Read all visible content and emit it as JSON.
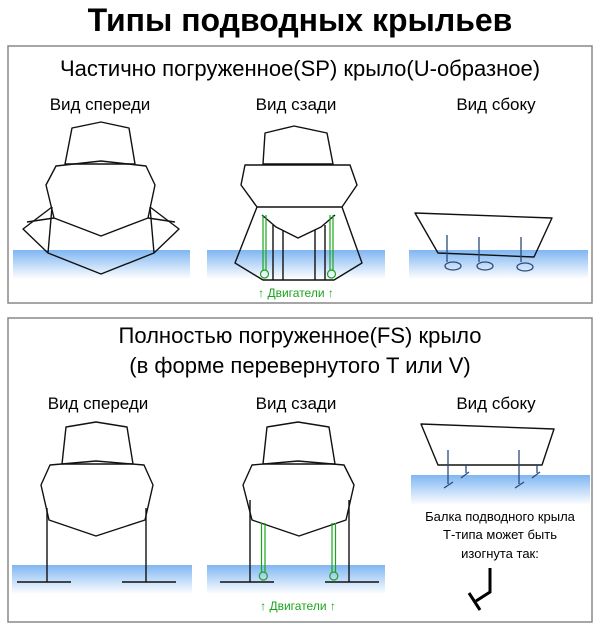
{
  "title": "Типы подводных крыльев",
  "panels": [
    {
      "title_lines": [
        "Частично погруженное(SP) крыло(U-образное)"
      ],
      "views": {
        "front": "Вид спереди",
        "rear": "Вид сзади",
        "side": "Вид сбоку"
      },
      "engines_label": "↑ Двигатели ↑"
    },
    {
      "title_lines": [
        "Полностью погруженное(FS) крыло",
        "(в форме перевернутого T или V)"
      ],
      "views": {
        "front": "Вид спереди",
        "rear": "Вид сзади",
        "side": "Вид сбоку"
      },
      "engines_label": "↑ Двигатели ↑",
      "note_lines": [
        "Балка подводного крыла",
        "Т-типа может быть",
        "изогнута так:"
      ]
    }
  ],
  "colors": {
    "water_top": "#7fb6f2",
    "engines": "#1aa51a",
    "border": "#888888"
  }
}
